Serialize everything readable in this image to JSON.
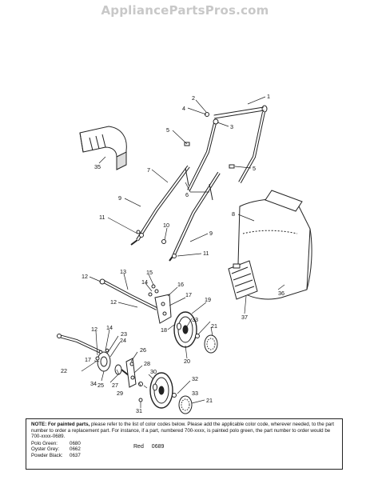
{
  "watermark": "AppliancePartsPros.com",
  "callouts": [
    {
      "id": "c1",
      "text": "1"
    },
    {
      "id": "c2",
      "text": "2"
    },
    {
      "id": "c3",
      "text": "3"
    },
    {
      "id": "c4",
      "text": "4"
    },
    {
      "id": "c5a",
      "text": "5"
    },
    {
      "id": "c5b",
      "text": "5"
    },
    {
      "id": "c6",
      "text": "6"
    },
    {
      "id": "c7",
      "text": "7"
    },
    {
      "id": "c8",
      "text": "8"
    },
    {
      "id": "c9a",
      "text": "9"
    },
    {
      "id": "c9b",
      "text": "9"
    },
    {
      "id": "c10",
      "text": "10"
    },
    {
      "id": "c11a",
      "text": "11"
    },
    {
      "id": "c11b",
      "text": "11"
    },
    {
      "id": "c12a",
      "text": "12"
    },
    {
      "id": "c12b",
      "text": "12"
    },
    {
      "id": "c12c",
      "text": "12"
    },
    {
      "id": "c13",
      "text": "13"
    },
    {
      "id": "c14a",
      "text": "14"
    },
    {
      "id": "c14b",
      "text": "14"
    },
    {
      "id": "c15",
      "text": "15"
    },
    {
      "id": "c16",
      "text": "16"
    },
    {
      "id": "c17a",
      "text": "17"
    },
    {
      "id": "c17b",
      "text": "17"
    },
    {
      "id": "c18",
      "text": "18"
    },
    {
      "id": "c19",
      "text": "19"
    },
    {
      "id": "c20",
      "text": "20"
    },
    {
      "id": "c21a",
      "text": "21"
    },
    {
      "id": "c21b",
      "text": "21"
    },
    {
      "id": "c22",
      "text": "22"
    },
    {
      "id": "c23",
      "text": "23"
    },
    {
      "id": "c24",
      "text": "24"
    },
    {
      "id": "c25",
      "text": "25"
    },
    {
      "id": "c26",
      "text": "26"
    },
    {
      "id": "c27",
      "text": "27"
    },
    {
      "id": "c28",
      "text": "28"
    },
    {
      "id": "c29",
      "text": "29"
    },
    {
      "id": "c30",
      "text": "30"
    },
    {
      "id": "c31",
      "text": "31"
    },
    {
      "id": "c32",
      "text": "32"
    },
    {
      "id": "c33a",
      "text": "33"
    },
    {
      "id": "c33b",
      "text": "33"
    },
    {
      "id": "c34",
      "text": "34"
    },
    {
      "id": "c35",
      "text": "35"
    },
    {
      "id": "c36",
      "text": "36"
    },
    {
      "id": "c37",
      "text": "37"
    }
  ],
  "note": {
    "lead": "NOTE: For painted parts,",
    "body": " please refer to the list of color codes below. Please add the applicable color code, wherever needed, to the part number to order a replacement part. For instance, if a part, numbered 700-xxxx, is painted polo green, the part number to order would be 700-xxxx-0689.",
    "codes": [
      {
        "name": "Polo Green:",
        "code": "0680"
      },
      {
        "name": "Oyster Grey:",
        "code": "0662"
      },
      {
        "name": "Powder Black:",
        "code": "0637"
      }
    ],
    "red": {
      "name": "Red",
      "code": "0689"
    }
  }
}
